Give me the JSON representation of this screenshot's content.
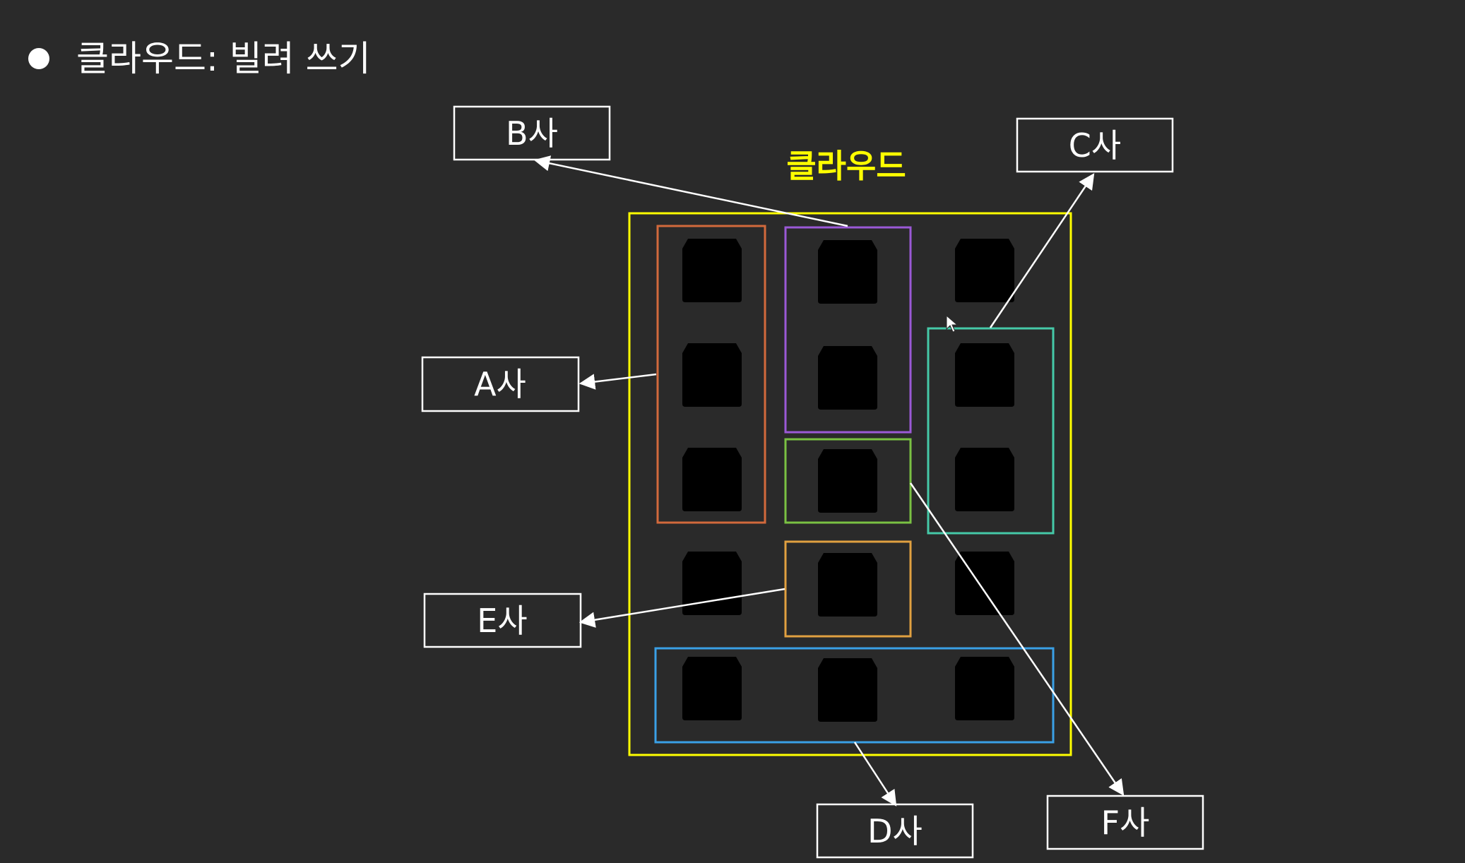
{
  "header": {
    "bullet_text": "클라우드: 빌려 쓰기"
  },
  "cloud": {
    "title": "클라우드",
    "border_color": "#ffff00"
  },
  "companies": {
    "a": "A사",
    "b": "B사",
    "c": "C사",
    "d": "D사",
    "e": "E사",
    "f": "F사"
  },
  "groups": [
    {
      "company": "A사",
      "color": "#d2693c"
    },
    {
      "company": "B사",
      "color": "#9b59d6"
    },
    {
      "company": "C사",
      "color": "#45c9a8"
    },
    {
      "company": "D사",
      "color": "#3aa0e6"
    },
    {
      "company": "E사",
      "color": "#e0a040"
    },
    {
      "company": "F사",
      "color": "#7ac143"
    }
  ],
  "icons": {
    "server": "server-rack-icon",
    "cursor": "mouse-cursor-icon"
  }
}
